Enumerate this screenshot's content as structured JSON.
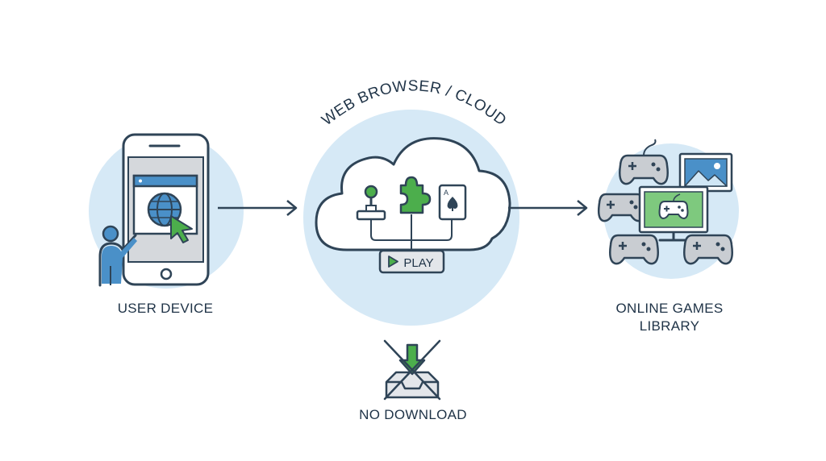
{
  "diagram": {
    "cloud_title": "WEB BROWSER / CLOUD",
    "play_label": "PLAY",
    "user_device_label": "USER DEVICE",
    "library_label_line1": "ONLINE GAMES",
    "library_label_line2": "LIBRARY",
    "no_download_label": "NO DOWNLOAD"
  },
  "colors": {
    "outline": "#2f4457",
    "light_blue": "#cfe6f5",
    "mid_blue": "#7fb4dd",
    "browser_blue": "#4a90c8",
    "accent_green": "#4cae4c",
    "grey": "#c9cdd2",
    "screen_grey": "#d5d8dc"
  },
  "icons": [
    "smartphone-icon",
    "person-icon",
    "globe-icon",
    "cursor-icon",
    "cloud-icon",
    "joystick-icon",
    "puzzle-icon",
    "playing-card-icon",
    "play-icon",
    "gamepad-icon",
    "monitor-icon",
    "image-icon",
    "download-icon",
    "inbox-tray-icon",
    "cross-out-icon"
  ]
}
